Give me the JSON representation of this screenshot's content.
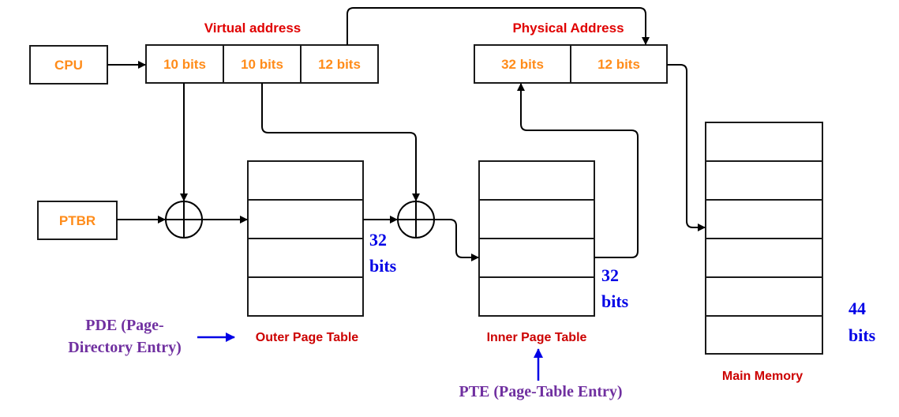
{
  "cpu": {
    "label": "CPU"
  },
  "ptbr": {
    "label": "PTBR"
  },
  "virtual_address": {
    "title": "Virtual address",
    "fields": [
      "10 bits",
      "10 bits",
      "12 bits"
    ]
  },
  "physical_address": {
    "title": "Physical Address",
    "fields": [
      "32 bits",
      "12 bits"
    ]
  },
  "outer_page_table": {
    "label": "Outer Page Table",
    "entry_bits_num": "32",
    "entry_bits_unit": "bits"
  },
  "inner_page_table": {
    "label": "Inner Page Table",
    "entry_bits_num": "32",
    "entry_bits_unit": "bits"
  },
  "main_memory": {
    "label": "Main Memory",
    "size_num": "44",
    "size_unit": "bits"
  },
  "pde": {
    "line1": "PDE (Page-",
    "line2": "Directory Entry)"
  },
  "pte": {
    "label": "PTE (Page-Table Entry)"
  },
  "colors": {
    "orange": "#ff8c1a",
    "red": "#e00000",
    "blue": "#0000e6",
    "purple": "#7030a0"
  }
}
